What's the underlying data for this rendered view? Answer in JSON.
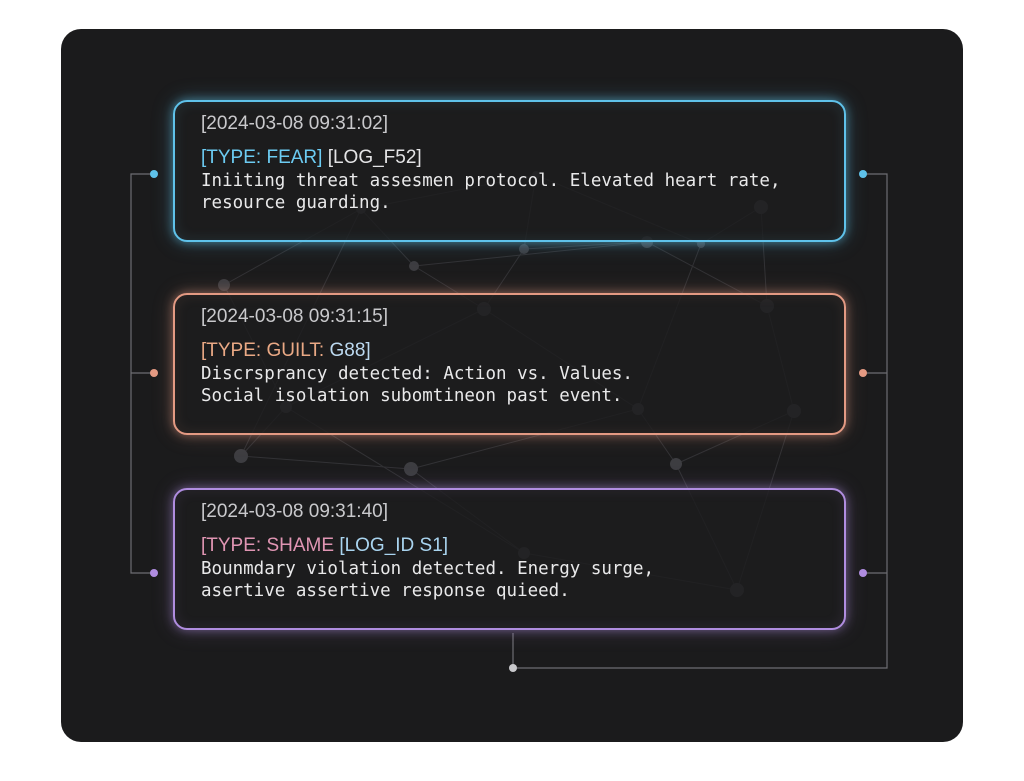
{
  "entries": [
    {
      "timestamp": "[2024-03-08 09:31:02]",
      "type_label": "[TYPE: FEAR]",
      "id_label": "[LOG_F52]",
      "message_line1": "Iniiting threat assesmen protocol. Elevated heart rate,",
      "message_line2": "resource guarding.",
      "color": "#5fc2ea"
    },
    {
      "timestamp": "[2024-03-08 09:31:15]",
      "type_label": "[TYPE: GUILT:",
      "id_label": "G88]",
      "message_line1": "Discrsprancу detected: Action vs. Values.",
      "message_line2": "Social isolation subomtineon past event.",
      "color": "#e49a83"
    },
    {
      "timestamp": "[2024-03-08 09:31:40]",
      "type_label": "[TYPE: SHAME",
      "id_label": "[LOG_ID S1]",
      "message_line1": "Bounmdary violation detected. Energy surge,",
      "message_line2": "asertive assertive response quieed.",
      "color": "#b08de0"
    }
  ],
  "connector_color": "#6e6e72"
}
